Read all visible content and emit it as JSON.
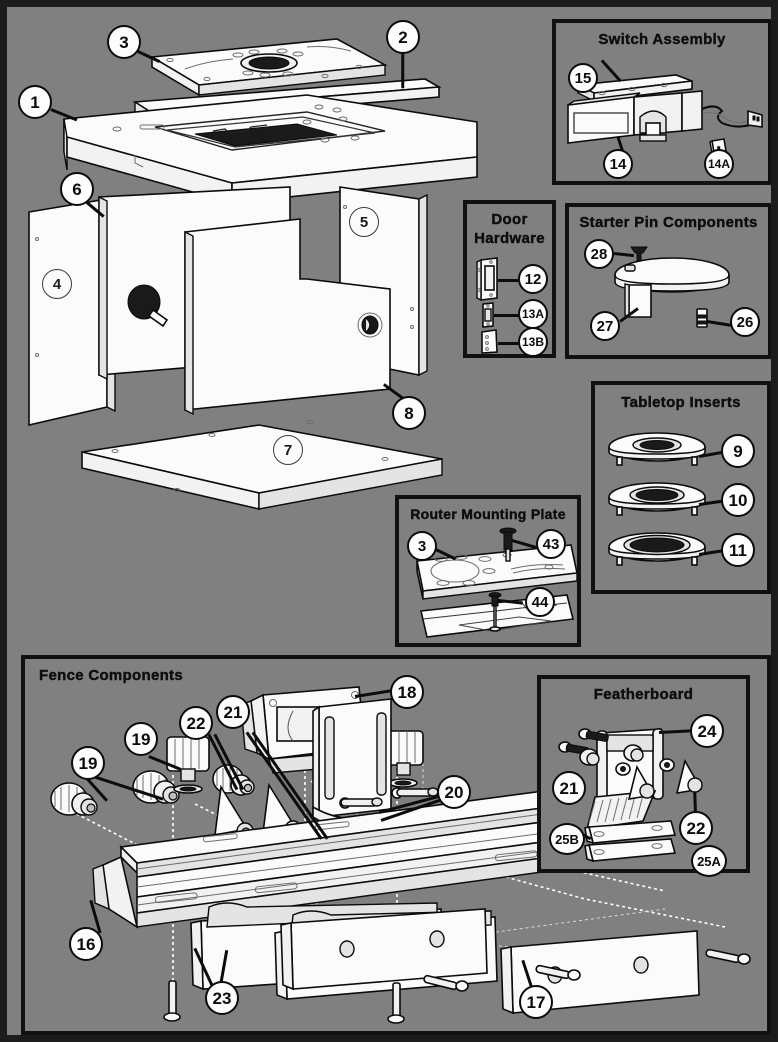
{
  "document": {
    "type": "exploded-parts-diagram",
    "subject": "Router Table Parts Breakdown"
  },
  "panels": {
    "switch_assembly": {
      "title": "Switch Assembly",
      "callouts": [
        "15",
        "14",
        "14A"
      ]
    },
    "door_hardware": {
      "title_line1": "Door",
      "title_line2": "Hardware",
      "callouts": [
        "12",
        "13A",
        "13B"
      ]
    },
    "starter_pin": {
      "title": "Starter Pin Components",
      "callouts": [
        "28",
        "27",
        "26"
      ]
    },
    "tabletop_inserts": {
      "title": "Tabletop Inserts",
      "callouts": [
        "9",
        "10",
        "11"
      ]
    },
    "router_mounting_plate": {
      "title": "Router Mounting Plate",
      "callouts": [
        "3",
        "43",
        "44"
      ]
    },
    "fence_components": {
      "title": "Fence Components",
      "callouts": [
        "18",
        "19",
        "19",
        "20",
        "21",
        "22",
        "16",
        "23",
        "17"
      ]
    },
    "featherboard": {
      "title": "Featherboard",
      "callouts": [
        "24",
        "21",
        "22",
        "25A",
        "25B"
      ]
    }
  },
  "main_assembly": {
    "callouts": [
      "1",
      "2",
      "3",
      "4",
      "5",
      "6",
      "7",
      "8"
    ]
  },
  "callout_labels": {
    "n1": "1",
    "n2": "2",
    "n3": "3",
    "n4": "4",
    "n5": "5",
    "n6": "6",
    "n7": "7",
    "n8": "8",
    "n9": "9",
    "n10": "10",
    "n11": "11",
    "n12": "12",
    "n13A": "13A",
    "n13B": "13B",
    "n14": "14",
    "n14A": "14A",
    "n15": "15",
    "n16": "16",
    "n17": "17",
    "n18": "18",
    "n19a": "19",
    "n19b": "19",
    "n20": "20",
    "n21": "21",
    "n21b": "21",
    "n22": "22",
    "n22b": "22",
    "n23": "23",
    "n24": "24",
    "n25A": "25A",
    "n25B": "25B",
    "n26": "26",
    "n27": "27",
    "n28": "28",
    "n43": "43",
    "n44": "44",
    "n3_rmp": "3"
  },
  "colors": {
    "background": "#808080",
    "border": "#1c1c1c",
    "part_fill": "#fbfbfb",
    "line": "#0b0b0b",
    "bubble_fill": "#fdfdfd"
  }
}
